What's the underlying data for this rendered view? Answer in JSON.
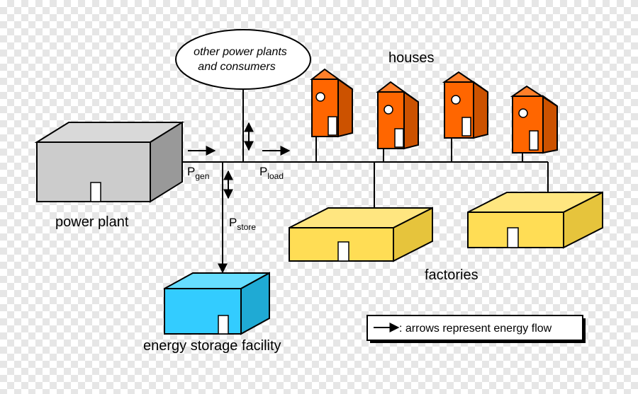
{
  "labels": {
    "other_sources": [
      "other power plants",
      "and consumers"
    ],
    "houses": "houses",
    "power_plant": "power plant",
    "factories": "factories",
    "storage": "energy storage facility",
    "p_gen": {
      "main": "P",
      "sub": "gen"
    },
    "p_load": {
      "main": "P",
      "sub": "load"
    },
    "p_store": {
      "main": "P",
      "sub": "store"
    },
    "legend": ": arrows represent energy flow"
  },
  "colors": {
    "plant": "#cccccc",
    "houses": "#ff6600",
    "factories": "#ffdd55",
    "storage": "#33ccff",
    "line": "#000000"
  }
}
